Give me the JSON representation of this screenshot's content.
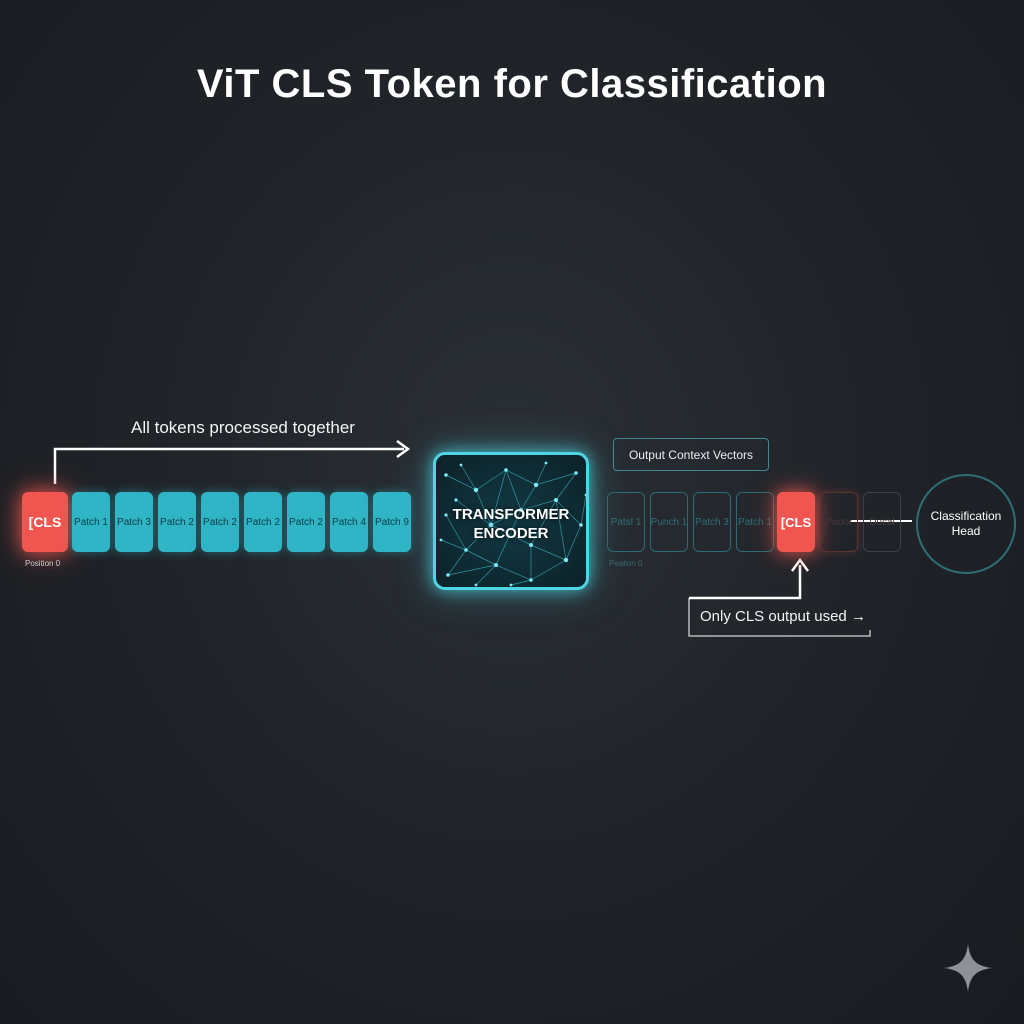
{
  "title": "ViT CLS Token for Classification",
  "input_sequence": {
    "arrow_label": "All tokens processed together",
    "cls_label": "[CLS",
    "position_label": "Position 0",
    "patches": [
      "Patch 1",
      "Patch 3",
      "Patch 2",
      "Patch 2",
      "Patch 2",
      "Patch 2",
      "Patch 4",
      "Patch 9"
    ]
  },
  "encoder": {
    "line1": "TRANSFORMER",
    "line2": "ENCODER"
  },
  "output_sequence": {
    "header": "Output Context Vectors",
    "tokens_before_cls": [
      "Patsl 1",
      "Punch 1",
      "Patch 3",
      "Patch 1"
    ],
    "cls_label": "[CLS",
    "tokens_after_cls": [
      "Pooor",
      "Ducal"
    ],
    "position_label": "Pealion 0"
  },
  "classification_head": {
    "line1": "Classification",
    "line2": "Head"
  },
  "callout": {
    "label": "Only CLS output used",
    "arrow": "→"
  },
  "colors": {
    "cls": "#f0564f",
    "patch": "#2fb5c6",
    "encoder_glow": "#4fd6e6",
    "outline": "#2c6b72"
  }
}
